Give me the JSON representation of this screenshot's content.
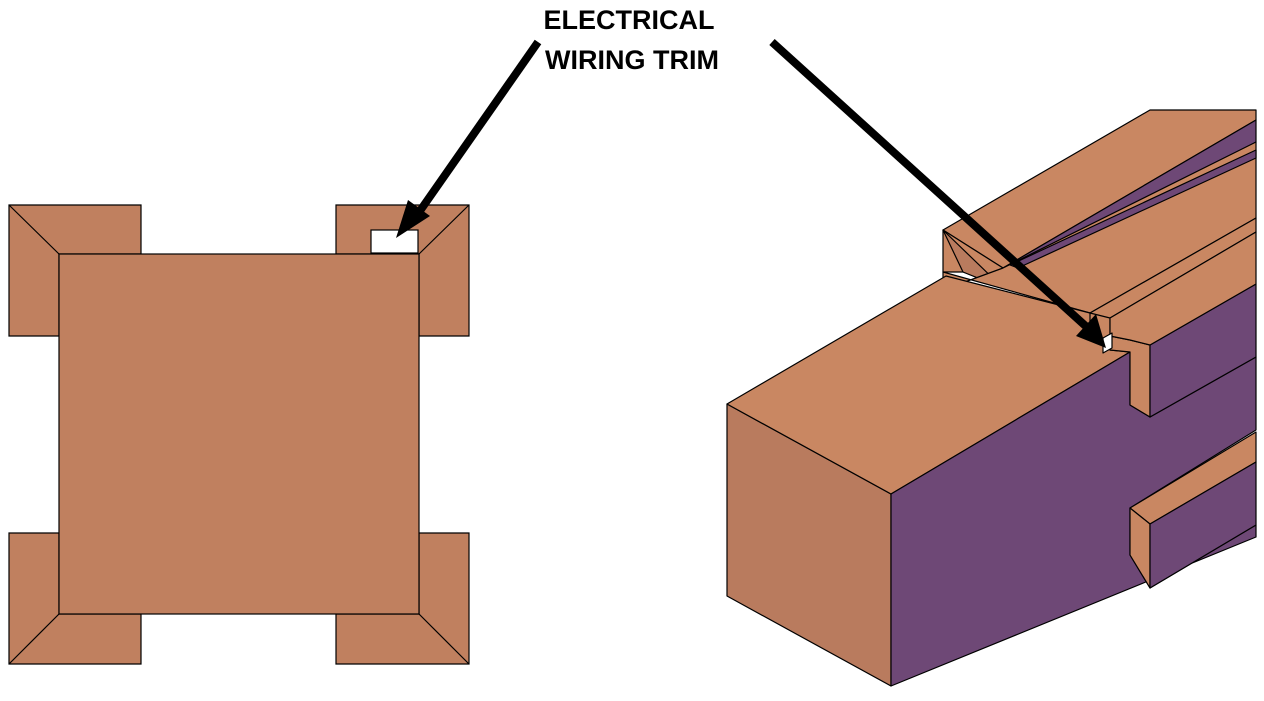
{
  "callout": {
    "line1": "ELECTRICAL",
    "line2": "WIRING TRIM"
  },
  "colors": {
    "wood_top": "#C98762",
    "wood_plan": "#C0805F",
    "wood_front": "#B97B5E",
    "wood_side": "#6E4876",
    "outline": "#000000",
    "arrow": "#000000",
    "background": "#FFFFFF"
  },
  "views": {
    "left": "plan-view",
    "right": "isometric-view"
  }
}
